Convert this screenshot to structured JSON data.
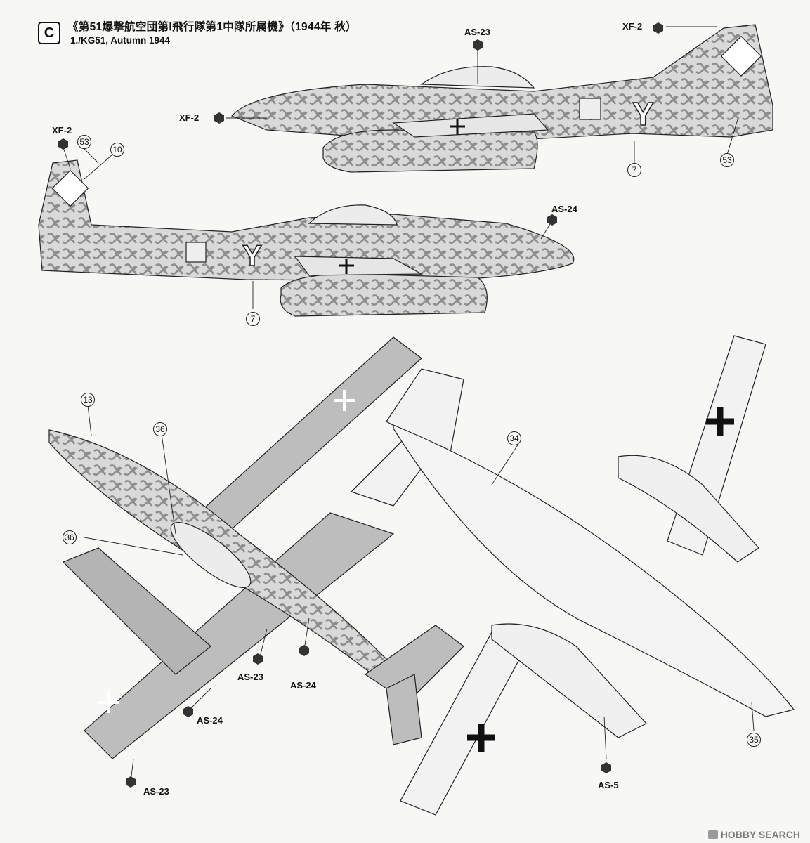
{
  "header": {
    "badge": "C",
    "title_jp": "《第51爆撃航空団第Ⅰ飛行隊第1中隊所属機》（1944年 秋）",
    "title_en": "1./KG51, Autumn 1944"
  },
  "callouts": {
    "c1": "XF-2",
    "c2": "AS-23",
    "c3": "XF-2",
    "c4": "XF-2",
    "c5": "AS-24",
    "c6": "AS-23",
    "c7": "AS-24",
    "c8": "AS-24",
    "c9": "AS-23",
    "c10": "AS-5"
  },
  "decal_numbers": {
    "n1": "53",
    "n2": "10",
    "n3": "7",
    "n4": "53",
    "n5": "7",
    "n6": "13",
    "n7": "36",
    "n8": "36",
    "n9": "34",
    "n10": "35"
  },
  "codes": {
    "side1": "Y",
    "side2": "Y"
  },
  "watermark": "HOBBY SEARCH",
  "colors": {
    "camo": "#9b9b9b",
    "outline": "#222222",
    "background": "#f7f7f5"
  }
}
